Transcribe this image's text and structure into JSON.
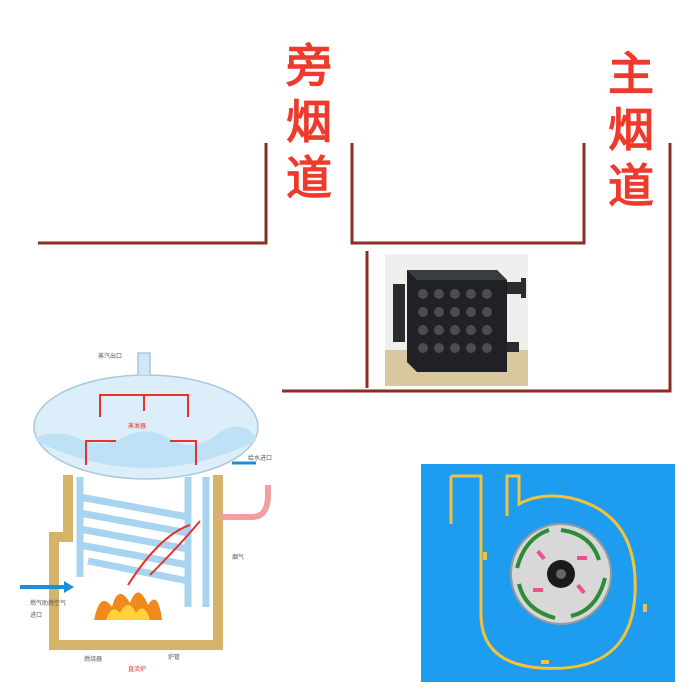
{
  "labels": {
    "bypass_flue": [
      "旁",
      "烟",
      "道"
    ],
    "main_flue": [
      "主",
      "烟",
      "道"
    ]
  },
  "colors": {
    "label_red": "#ee3a2c",
    "duct_line": "#8b2d22",
    "fan_background": "#1d9cf0",
    "flame": "#f08a1c",
    "water_pipe": "#a9d4f0",
    "flow_arrow": "#e8322a"
  },
  "icons": {
    "heat_exchanger_photo": "heat-exchanger-photo",
    "boiler_diagram": "boiler-cross-section",
    "fan_diagram": "centrifugal-fan"
  },
  "boiler": {
    "steam_outlet": "蒸汽出口",
    "steam_drum": "蒸发器",
    "water_inlet": "给水进口",
    "flue_gas": "烟气",
    "fuel_inlet_1": "燃气助燃空气",
    "fuel_inlet_2": "进口",
    "burner": "燃烧器",
    "tubes": "炉管",
    "caption": "直流炉"
  }
}
